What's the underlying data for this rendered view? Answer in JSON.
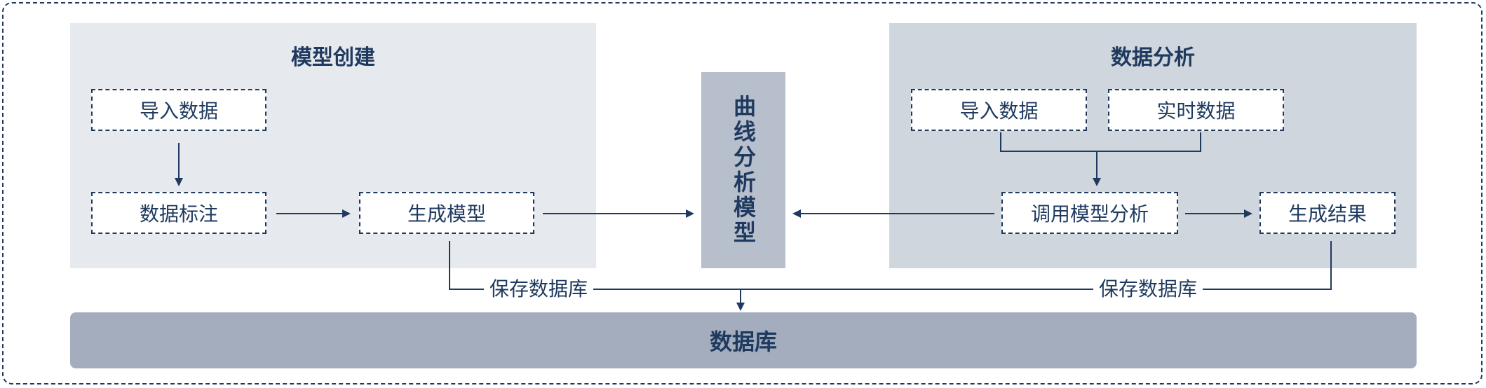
{
  "panels": {
    "model_creation": {
      "title": "模型创建",
      "nodes": {
        "import": "导入数据",
        "annotate": "数据标注",
        "generate": "生成模型"
      }
    },
    "data_analysis": {
      "title": "数据分析",
      "nodes": {
        "import": "导入数据",
        "realtime": "实时数据",
        "invoke": "调用模型分析",
        "result": "生成结果"
      }
    }
  },
  "center": {
    "label": "曲线分析模型"
  },
  "database": {
    "label": "数据库"
  },
  "edges": {
    "save_left": "保存数据库",
    "save_right": "保存数据库"
  }
}
